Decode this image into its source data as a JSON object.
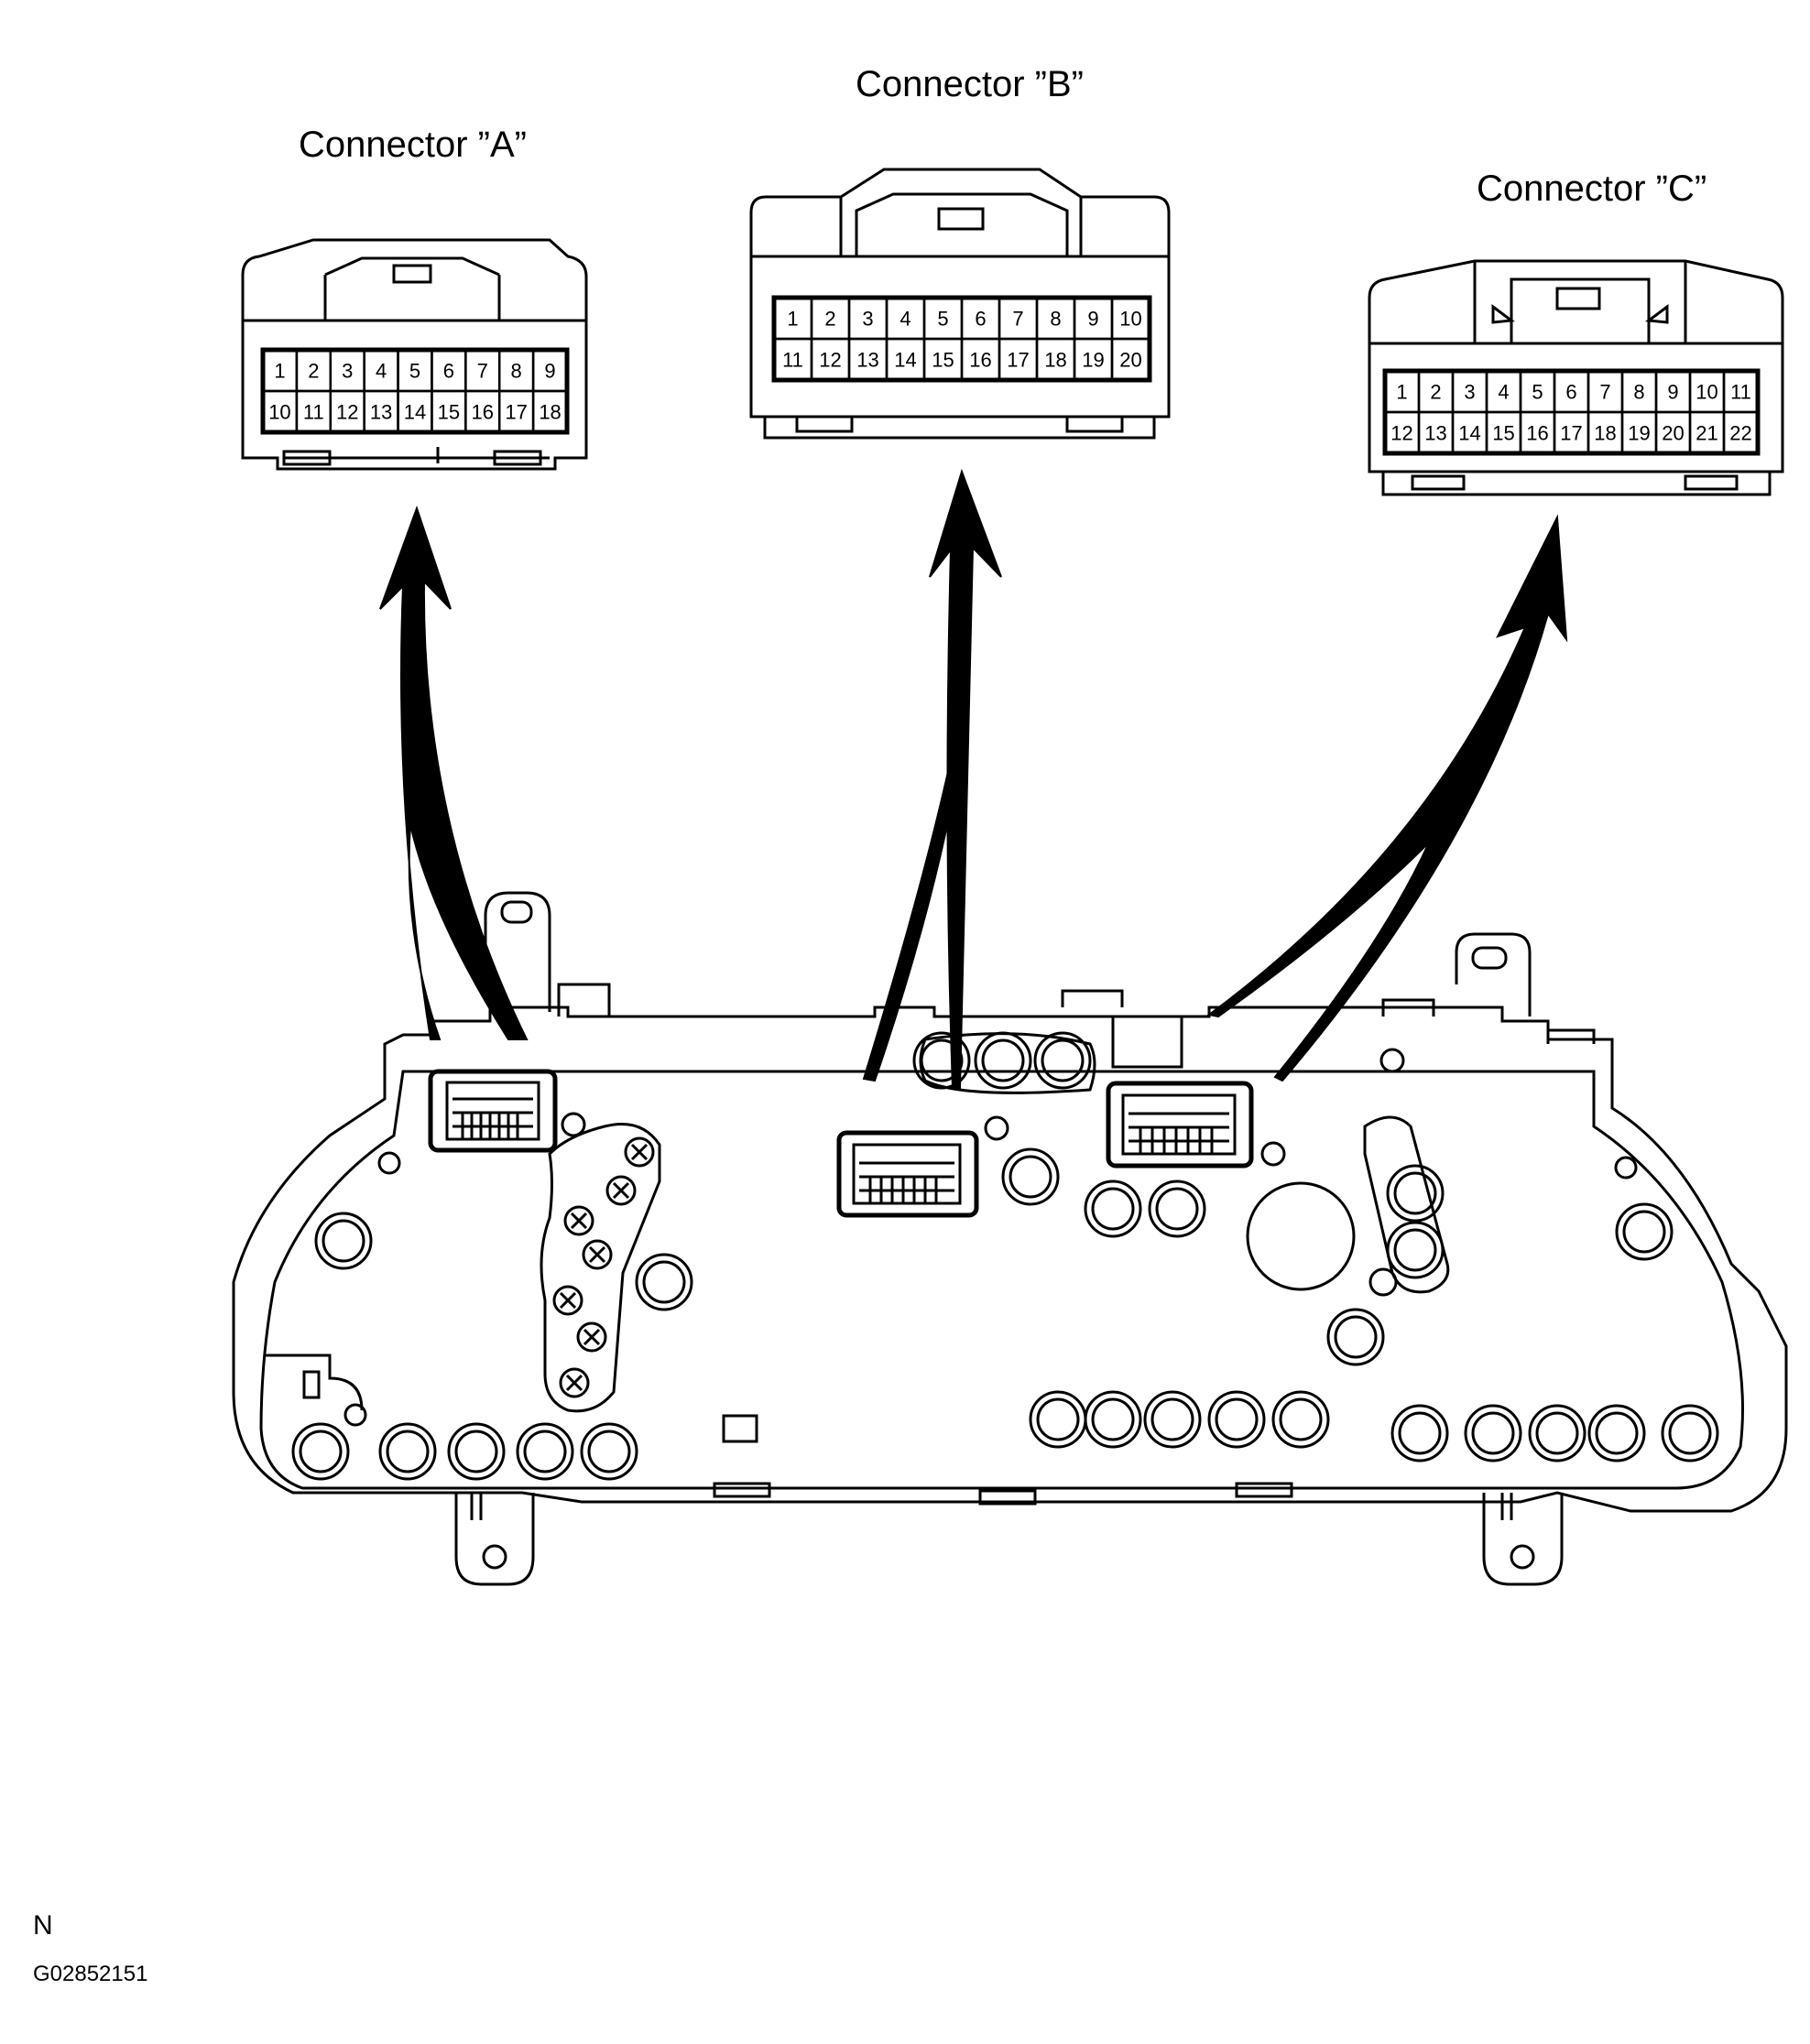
{
  "connectors": [
    {
      "id": "a",
      "title": "Connector ”A”",
      "rows": [
        [
          "1",
          "2",
          "3",
          "4",
          "5",
          "6",
          "7",
          "8",
          "9"
        ],
        [
          "10",
          "11",
          "12",
          "13",
          "14",
          "15",
          "16",
          "17",
          "18"
        ]
      ]
    },
    {
      "id": "b",
      "title": "Connector ”B”",
      "rows": [
        [
          "1",
          "2",
          "3",
          "4",
          "5",
          "6",
          "7",
          "8",
          "9",
          "10"
        ],
        [
          "11",
          "12",
          "13",
          "14",
          "15",
          "16",
          "17",
          "18",
          "19",
          "20"
        ]
      ]
    },
    {
      "id": "c",
      "title": "Connector ”C”",
      "rows": [
        [
          "1",
          "2",
          "3",
          "4",
          "5",
          "6",
          "7",
          "8",
          "9",
          "10",
          "11"
        ],
        [
          "12",
          "13",
          "14",
          "15",
          "16",
          "17",
          "18",
          "19",
          "20",
          "21",
          "22"
        ]
      ]
    }
  ],
  "footer": {
    "letter": "N",
    "code": "G02852151"
  }
}
